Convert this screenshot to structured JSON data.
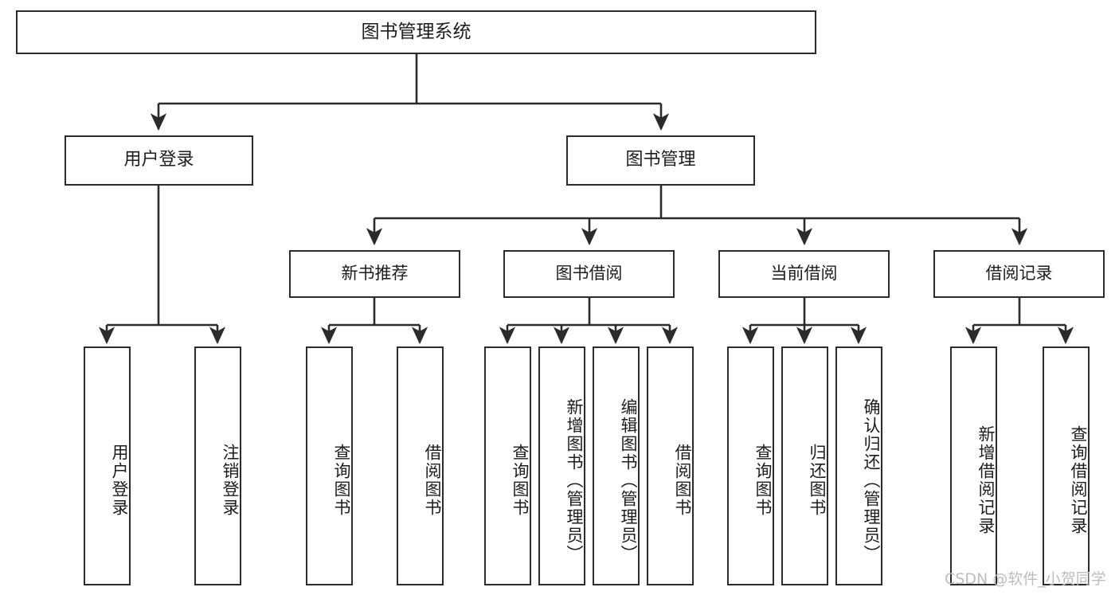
{
  "diagram": {
    "title": "图书管理系统",
    "type": "tree",
    "watermark": "CSDN @软件_小贺同学",
    "colors": {
      "box_border": "#2b2b2b",
      "box_fill": "#ffffff",
      "edge": "#2b2b2b",
      "text": "#1c1c1c",
      "watermark": "#bdbdbd"
    },
    "root": {
      "label": "图书管理系统"
    },
    "level1": [
      {
        "label": "用户登录"
      },
      {
        "label": "图书管理"
      }
    ],
    "level2": [
      {
        "label": "新书推荐"
      },
      {
        "label": "图书借阅"
      },
      {
        "label": "当前借阅"
      },
      {
        "label": "借阅记录"
      }
    ],
    "leaves": [
      {
        "label": "用户登录"
      },
      {
        "label": "注销登录"
      },
      {
        "label": "查询图书"
      },
      {
        "label": "借阅图书"
      },
      {
        "label": "查询图书"
      },
      {
        "label": "新增图书（管理员）"
      },
      {
        "label": "编辑图书（管理员）"
      },
      {
        "label": "借阅图书"
      },
      {
        "label": "查询图书"
      },
      {
        "label": "归还图书"
      },
      {
        "label": "确认归还（管理员）"
      },
      {
        "label": "新增借阅记录"
      },
      {
        "label": "查询借阅记录"
      }
    ],
    "groups": [
      {
        "parent": "用户登录",
        "children": [
          "用户登录",
          "注销登录"
        ]
      },
      {
        "parent": "新书推荐",
        "children": [
          "查询图书",
          "借阅图书"
        ]
      },
      {
        "parent": "图书借阅",
        "children": [
          "查询图书",
          "新增图书（管理员）",
          "编辑图书（管理员）",
          "借阅图书"
        ]
      },
      {
        "parent": "当前借阅",
        "children": [
          "查询图书",
          "归还图书",
          "确认归还（管理员）"
        ]
      },
      {
        "parent": "借阅记录",
        "children": [
          "新增借阅记录",
          "查询借阅记录"
        ]
      }
    ]
  }
}
